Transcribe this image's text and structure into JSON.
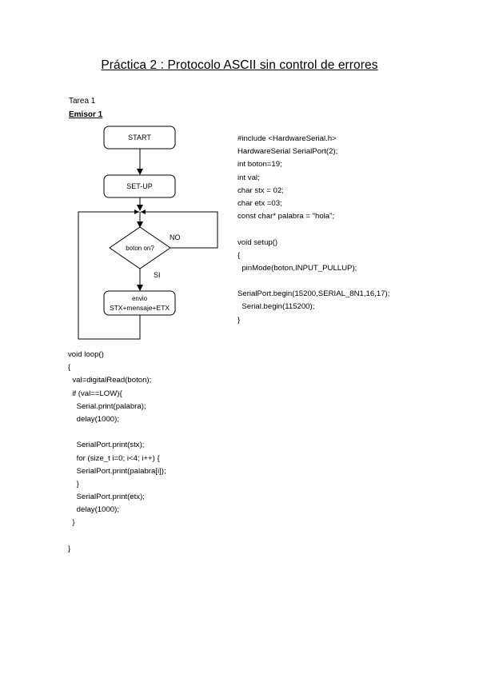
{
  "document": {
    "title": "Práctica 2 : Protocolo ASCII sin control de errores",
    "task_label": "Tarea 1",
    "section_label": "Emisor 1"
  },
  "flowchart": {
    "start": "START",
    "setup": "SET-UP",
    "decision": "boton on?",
    "no_label": "NO",
    "yes_label": "SI",
    "action_line1": "envio",
    "action_line2": "STX+mensaje+ETX"
  },
  "code_setup": [
    "#include <HardwareSerial.h>",
    "HardwareSerial SerialPort(2);",
    "int boton=19;",
    "int val;",
    "char stx = 02;",
    "char etx =03;",
    "const char* palabra = \"hola\";",
    "",
    "void setup()",
    "{",
    "  pinMode(boton,INPUT_PULLUP);",
    "",
    "SerialPort.begin(15200,SERIAL_8N1,16,17);",
    "  Serial.begin(115200);",
    "}"
  ],
  "code_loop": [
    "void loop()",
    "{",
    "  val=digitalRead(boton);",
    "  if (val==LOW){",
    "    Serial.print(palabra);",
    "    delay(1000);",
    "",
    "    SerialPort.print(stx);",
    "    for (size_t i=0; i<4; i++) {",
    "    SerialPort.print(palabra[i]);",
    "    }",
    "    SerialPort.print(etx);",
    "    delay(1000);",
    "  }",
    "",
    "}"
  ]
}
